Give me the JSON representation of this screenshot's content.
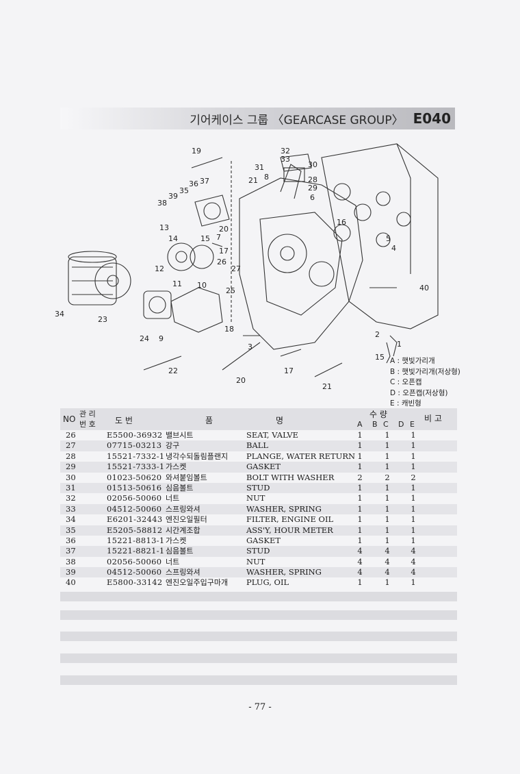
{
  "title": {
    "text": "기어케이스 그룹 〈GEARCASE GROUP〉",
    "code": "E040"
  },
  "legend": [
    "A : 햇빛가리개",
    "B : 햇빛가리개(저상형)",
    "C : 오픈캡",
    "D : 오픈캡(저상형)",
    "E : 캐빈형"
  ],
  "table": {
    "headers": {
      "no": "NO",
      "mgmt_top": "관 리",
      "mgmt_bottom": "번 호",
      "drawing": "도  번",
      "item": "품",
      "name": "명",
      "qty": "수   량",
      "remarks": "비  고",
      "cols": [
        "A",
        "B",
        "C",
        "D",
        "E"
      ]
    },
    "rows": [
      {
        "no": "26",
        "part": "E5500-36932",
        "ko": "밸브시트",
        "en": "SEAT, VALVE",
        "qty": [
          "1",
          "1",
          "1"
        ]
      },
      {
        "no": "27",
        "part": "07715-03213",
        "ko": "강구",
        "en": "BALL",
        "qty": [
          "1",
          "1",
          "1"
        ]
      },
      {
        "no": "28",
        "part": "15521-7332-1",
        "ko": "냉각수되돌림플랜지",
        "en": "PLANGE, WATER RETURN",
        "qty": [
          "1",
          "1",
          "1"
        ]
      },
      {
        "no": "29",
        "part": "15521-7333-1",
        "ko": "가스켓",
        "en": "GASKET",
        "qty": [
          "1",
          "1",
          "1"
        ]
      },
      {
        "no": "30",
        "part": "01023-50620",
        "ko": "와셔붙임볼트",
        "en": "BOLT WITH WASHER",
        "qty": [
          "2",
          "2",
          "2"
        ]
      },
      {
        "no": "31",
        "part": "01513-50616",
        "ko": "심음볼트",
        "en": "STUD",
        "qty": [
          "1",
          "1",
          "1"
        ]
      },
      {
        "no": "32",
        "part": "02056-50060",
        "ko": "너트",
        "en": "NUT",
        "qty": [
          "1",
          "1",
          "1"
        ]
      },
      {
        "no": "33",
        "part": "04512-50060",
        "ko": "스프링와셔",
        "en": "WASHER, SPRING",
        "qty": [
          "1",
          "1",
          "1"
        ]
      },
      {
        "no": "34",
        "part": "E6201-32443",
        "ko": "엔진오일필터",
        "en": "FILTER, ENGINE OIL",
        "qty": [
          "1",
          "1",
          "1"
        ]
      },
      {
        "no": "35",
        "part": "E5205-58812",
        "ko": "시간계조합",
        "en": "ASS'Y, HOUR METER",
        "qty": [
          "1",
          "1",
          "1"
        ]
      },
      {
        "no": "36",
        "part": "15221-8813-1",
        "ko": "가스켓",
        "en": "GASKET",
        "qty": [
          "1",
          "1",
          "1"
        ]
      },
      {
        "no": "37",
        "part": "15221-8821-1",
        "ko": "심음볼트",
        "en": "STUD",
        "qty": [
          "4",
          "4",
          "4"
        ]
      },
      {
        "no": "38",
        "part": "02056-50060",
        "ko": "너트",
        "en": "NUT",
        "qty": [
          "4",
          "4",
          "4"
        ]
      },
      {
        "no": "39",
        "part": "04512-50060",
        "ko": "스프링와셔",
        "en": "WASHER, SPRING",
        "qty": [
          "4",
          "4",
          "4"
        ]
      },
      {
        "no": "40",
        "part": "E5800-33142",
        "ko": "엔진오일주입구마개",
        "en": "PLUG, OIL",
        "qty": [
          "1",
          "1",
          "1"
        ]
      }
    ]
  },
  "diagram_labels": [
    "19",
    "32",
    "33",
    "31",
    "30",
    "8",
    "21",
    "28",
    "29",
    "37",
    "36",
    "35",
    "39",
    "38",
    "6",
    "16",
    "13",
    "14",
    "15",
    "20",
    "7",
    "17",
    "12",
    "26",
    "27",
    "25",
    "5",
    "4",
    "34",
    "11",
    "10",
    "40",
    "23",
    "24",
    "9",
    "18",
    "2",
    "1",
    "3",
    "15",
    "22",
    "20",
    "17",
    "21"
  ],
  "page_number": "- 77 -"
}
